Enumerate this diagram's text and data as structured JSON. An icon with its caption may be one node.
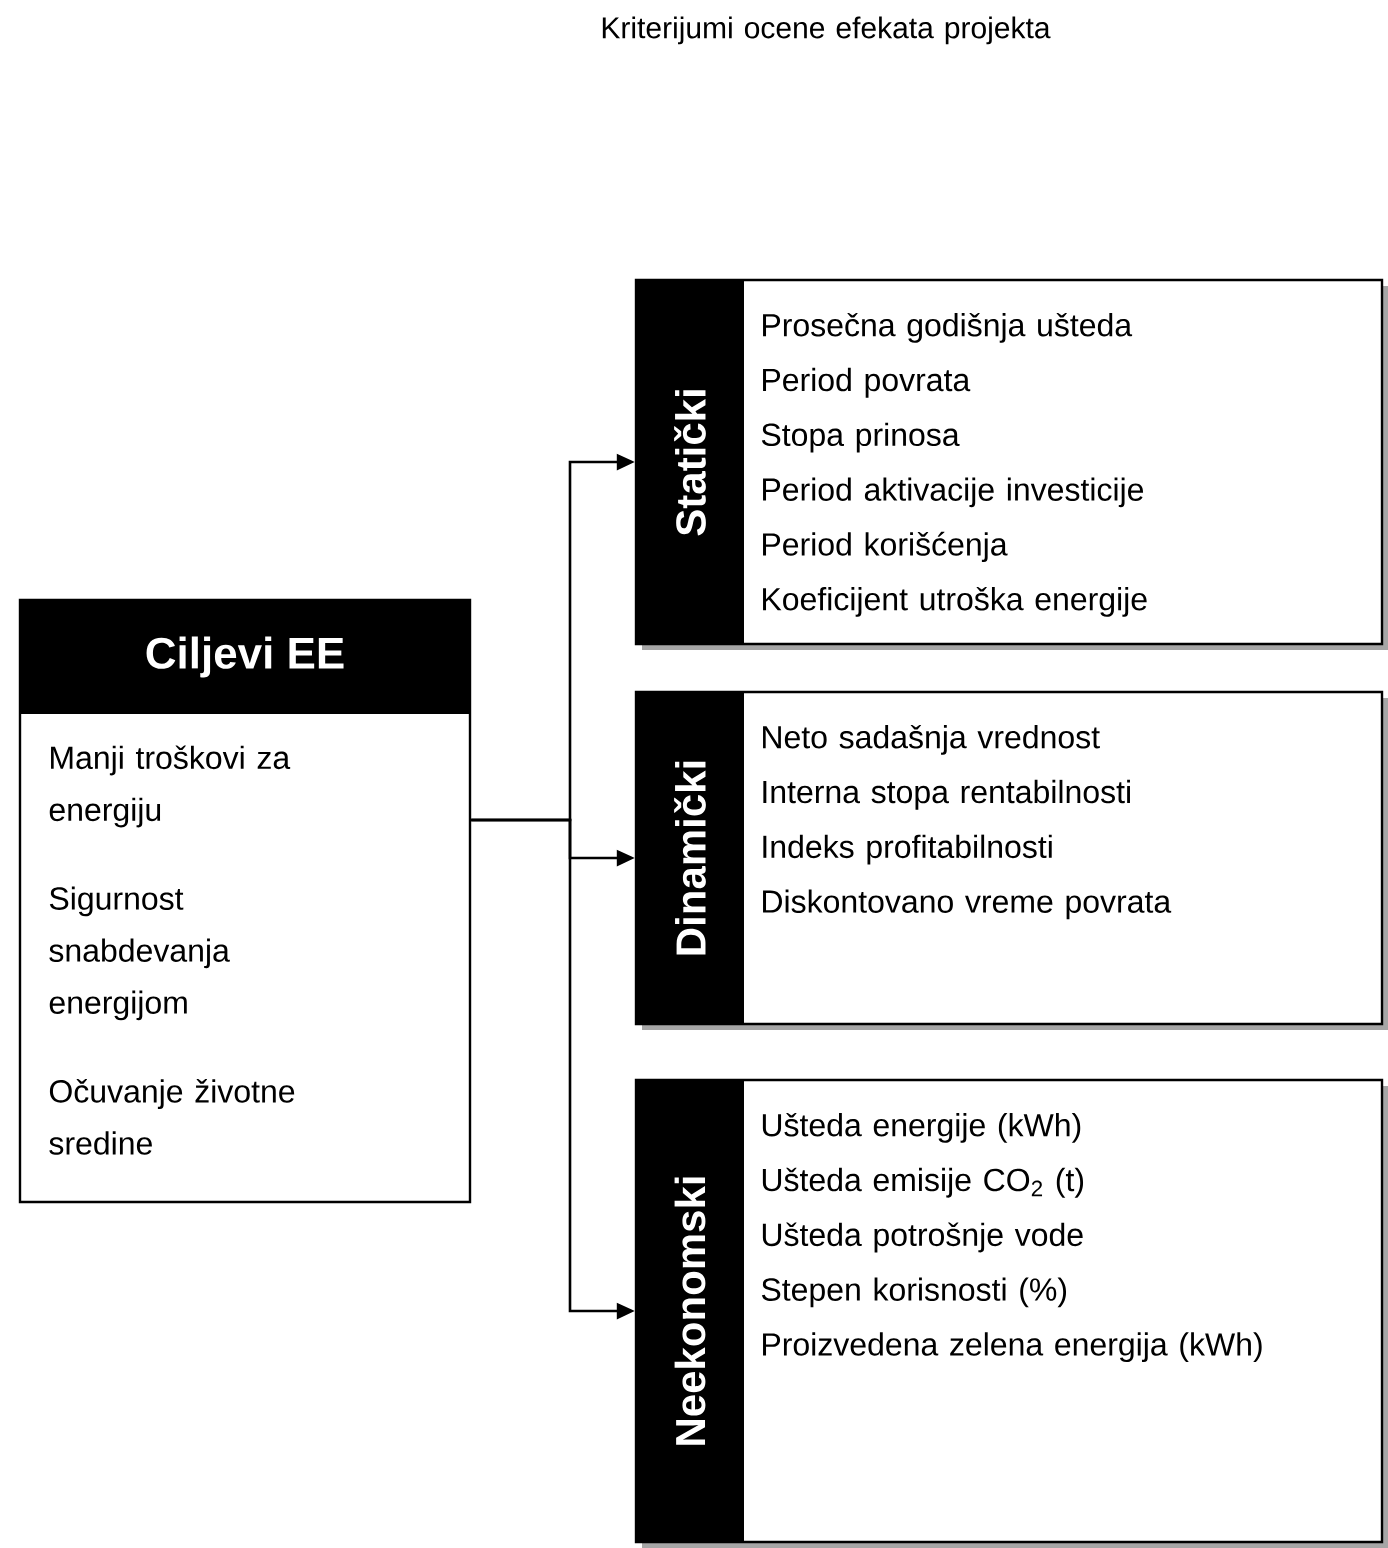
{
  "diagram": {
    "title": "Kriterijumi ocene efekata projekta",
    "nodes": [
      {
        "text": [
          "Ciljevi EE",
          "Manji troškovi za energiju",
          "Sigurnost snabdevanja energijom",
          "Očuvanje životne sredine"
        ]
      },
      {
        "text": [
          "Statički",
          "Prosečna godišnja ušteda",
          "Period povrata",
          "Stopa prinosa",
          "Period aktivacije investicije",
          "Period korišćenja",
          "Koeficijent utroška energije"
        ]
      },
      {
        "text": [
          "Dinamički",
          "Neto sadašnja vrednost",
          "Interna stopa rentabilnosti",
          "Indeks profitabilnosti",
          "Diskontovano vreme povrata"
        ]
      },
      {
        "text": [
          "Neekonomski",
          "Ušteda energije (kWh)",
          "Ušteda emisije CO$_{2}$ (t)",
          "Ušteda potrošnje vode",
          "Stepen korisnosti (%)",
          "Proizvedena zelena energija (kWh)"
        ]
      }
    ],
    "edges": [
      {
        "from": 0,
        "to": 1,
        "arrow": "to"
      },
      {
        "from": 0,
        "to": 2,
        "arrow": "to"
      },
      {
        "from": 0,
        "to": 3,
        "arrow": "to"
      }
    ]
  }
}
